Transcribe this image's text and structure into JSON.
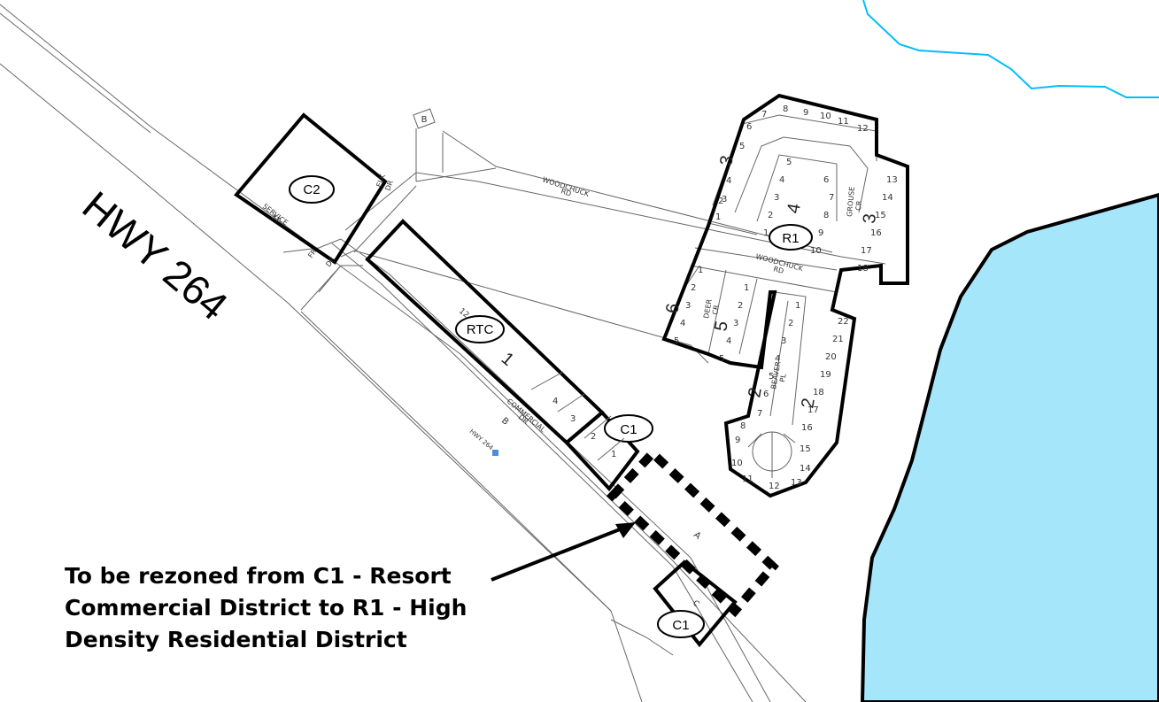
{
  "map": {
    "highway_label": "HWY 264",
    "highway_small_label": "HWY 264",
    "colors": {
      "water": "#a6e6fb",
      "shoreline_line": "#00bfff",
      "parcel_line": "#666666",
      "zone_line": "#000000"
    }
  },
  "streets": {
    "woodchuck_rd_top_1": "WOODCHUCK",
    "woodchuck_rd_top_2": "RD",
    "woodchuck_rd_mid_1": "WOODCHUCK",
    "woodchuck_rd_mid_2": "RD",
    "service_st_1": "SERVICE",
    "service_st_2": "ST",
    "commercial_dr_1": "COMMERCIAL",
    "commercial_dr_2": "DR",
    "deer_cr_1": "DEER",
    "deer_cr_2": "CR",
    "grouse_cr_1": "GROUSE",
    "grouse_cr_2": "CR",
    "beaver_pl_1": "BEAVER",
    "beaver_pl_2": "PL",
    "elk_dr_1": "ELK",
    "elk_dr_2": "DR",
    "frontage_dr_1": "FR",
    "frontage_dr_2": "DR"
  },
  "zones": {
    "c2": "C2",
    "rtc": "RTC",
    "c1_a": "C1",
    "c1_b": "C1",
    "r1": "R1"
  },
  "blocks": {
    "b1": "1",
    "b2a": "2",
    "b2b": "2",
    "b3a": "3",
    "b3b": "3",
    "b4": "4",
    "b5": "5",
    "b6": "6"
  },
  "parcels": {
    "a": "A",
    "b": "B",
    "b_box": "B",
    "c": "C",
    "rtc_lot": "12"
  },
  "lots": {
    "ring_top": [
      "6",
      "7",
      "8",
      "9",
      "10",
      "11",
      "12"
    ],
    "left_column": [
      "5",
      "4",
      "3",
      "2",
      "1"
    ],
    "inner_left": [
      "5",
      "4",
      "3",
      "2",
      "1"
    ],
    "inner_right": [
      "6",
      "7",
      "8",
      "9",
      "10"
    ],
    "right_column": [
      "13",
      "14",
      "15",
      "16",
      "17",
      "18"
    ],
    "deer_left": [
      "1",
      "2",
      "3",
      "4",
      "5"
    ],
    "deer_right": [
      "1",
      "2",
      "3",
      "4",
      "5"
    ],
    "beaver_left": [
      "1",
      "2",
      "3",
      "4",
      "5",
      "6",
      "7",
      "8",
      "9",
      "10",
      "11",
      "12"
    ],
    "beaver_right": [
      "22",
      "21",
      "20",
      "19",
      "18",
      "17",
      "16",
      "15",
      "14",
      "13"
    ],
    "commercial": [
      "4",
      "3",
      "2",
      "1"
    ]
  },
  "annotation": {
    "line1": "To be rezoned from C1 - Resort",
    "line2": "Commercial District to R1 - High",
    "line3": "Density Residential District"
  }
}
